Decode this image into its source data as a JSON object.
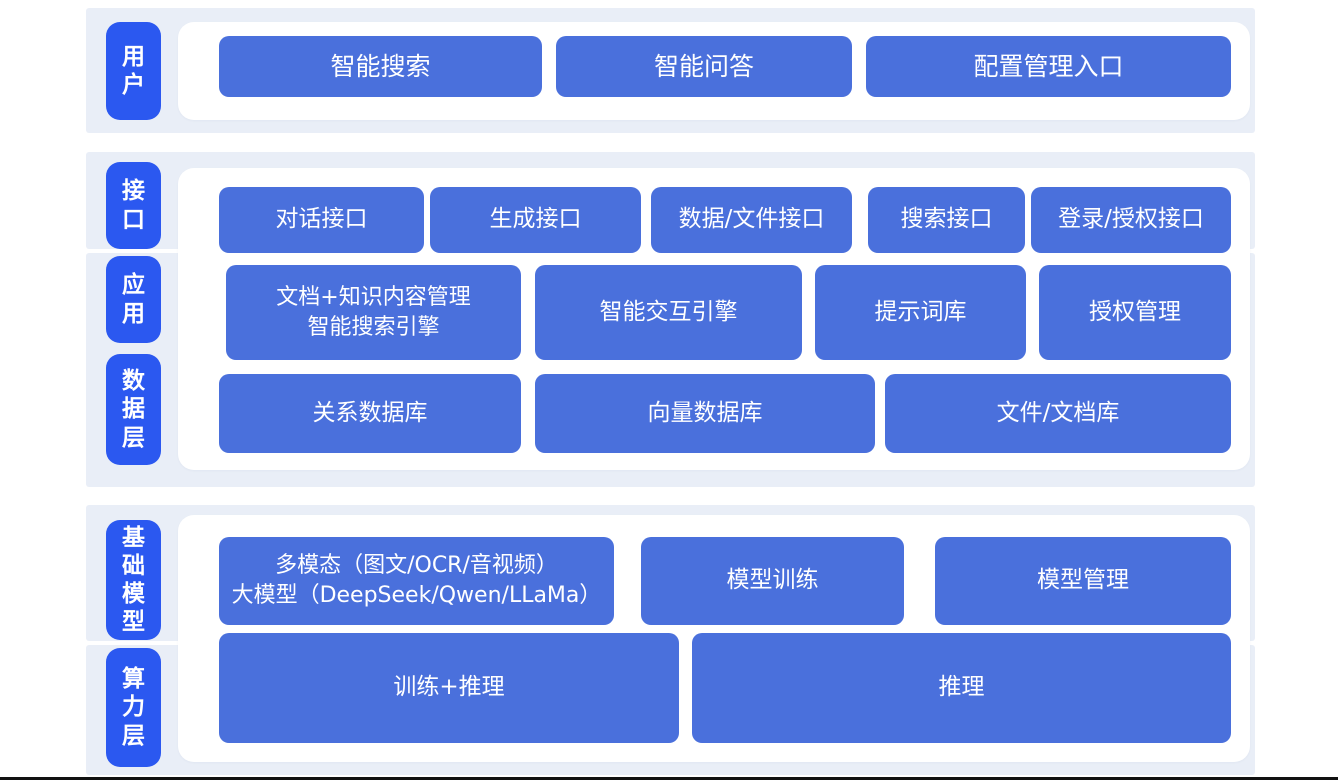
{
  "diagram": {
    "title": "AI platform layered architecture diagram",
    "colors": {
      "band_background": "#e9eef7",
      "layer_label_blue": "#2b58f0",
      "box_blue": "#4a70dc",
      "panel_white": "#ffffff",
      "text_white": "#ffffff",
      "bottom_line": "#111111"
    },
    "bands": [
      {
        "labels": [
          {
            "text": "用户"
          }
        ],
        "rows": [
          {
            "boxes": [
              {
                "label": "智能搜索"
              },
              {
                "label": "智能问答"
              },
              {
                "label": "配置管理入口"
              }
            ]
          }
        ]
      },
      {
        "labels": [
          {
            "text": "接口"
          },
          {
            "text": "应用"
          },
          {
            "text": "数据层"
          }
        ],
        "rows": [
          {
            "boxes": [
              {
                "label": "对话接口"
              },
              {
                "label": "生成接口"
              },
              {
                "label": "数据/文件接口"
              },
              {
                "label": "搜索接口"
              },
              {
                "label": "登录/授权接口"
              }
            ]
          },
          {
            "boxes": [
              {
                "label": "文档+知识内容管理\n智能搜索引擎"
              },
              {
                "label": "智能交互引擎"
              },
              {
                "label": "提示词库"
              },
              {
                "label": "授权管理"
              }
            ]
          },
          {
            "boxes": [
              {
                "label": "关系数据库"
              },
              {
                "label": "向量数据库"
              },
              {
                "label": "文件/文档库"
              }
            ]
          }
        ]
      },
      {
        "labels": [
          {
            "text": "基础模型"
          },
          {
            "text": "算力层"
          }
        ],
        "rows": [
          {
            "boxes": [
              {
                "label": "多模态（图文/OCR/音视频）\n大模型（DeepSeek/Qwen/LLaMa）"
              },
              {
                "label": "模型训练"
              },
              {
                "label": "模型管理"
              }
            ]
          },
          {
            "boxes": [
              {
                "label": "训练+推理"
              },
              {
                "label": "推理"
              }
            ]
          }
        ]
      }
    ]
  }
}
